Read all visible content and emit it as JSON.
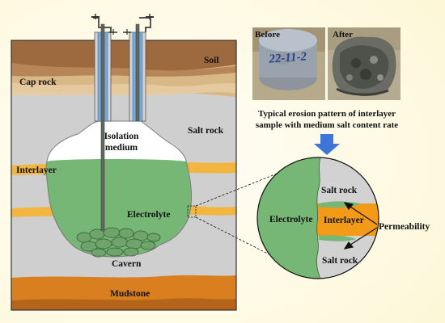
{
  "labels": {
    "soil": "Soil",
    "cap_rock": "Cap rock",
    "salt_rock": "Salt rock",
    "isolation_medium_line1": "Isolation",
    "isolation_medium_line2": "medium",
    "interlayer": "Interlayer",
    "electrolyte": "Electrolyte",
    "cavern": "Cavern",
    "mudstone": "Mudstone"
  },
  "photos": {
    "before": "Before",
    "after": "After",
    "sample_marking": "22-11-2"
  },
  "caption": {
    "line1": "Typical erosion pattern of interlayer",
    "line2": "sample with medium salt content rate"
  },
  "zoom": {
    "electrolyte": "Electrolyte",
    "salt_rock_top": "Salt rock",
    "interlayer": "Interlayer",
    "salt_rock_bottom": "Salt rock",
    "permeability": "Permeability"
  },
  "colors": {
    "background": "#fffdf0",
    "soil": "#9c6a3e",
    "cap_rock": "#d9b888",
    "salt_rock": "#d2d2d2",
    "interlayer": "#f2b640",
    "electrolyte": "#77b776",
    "mudstone": "#d97f20",
    "arrow": "#3d76d6"
  }
}
